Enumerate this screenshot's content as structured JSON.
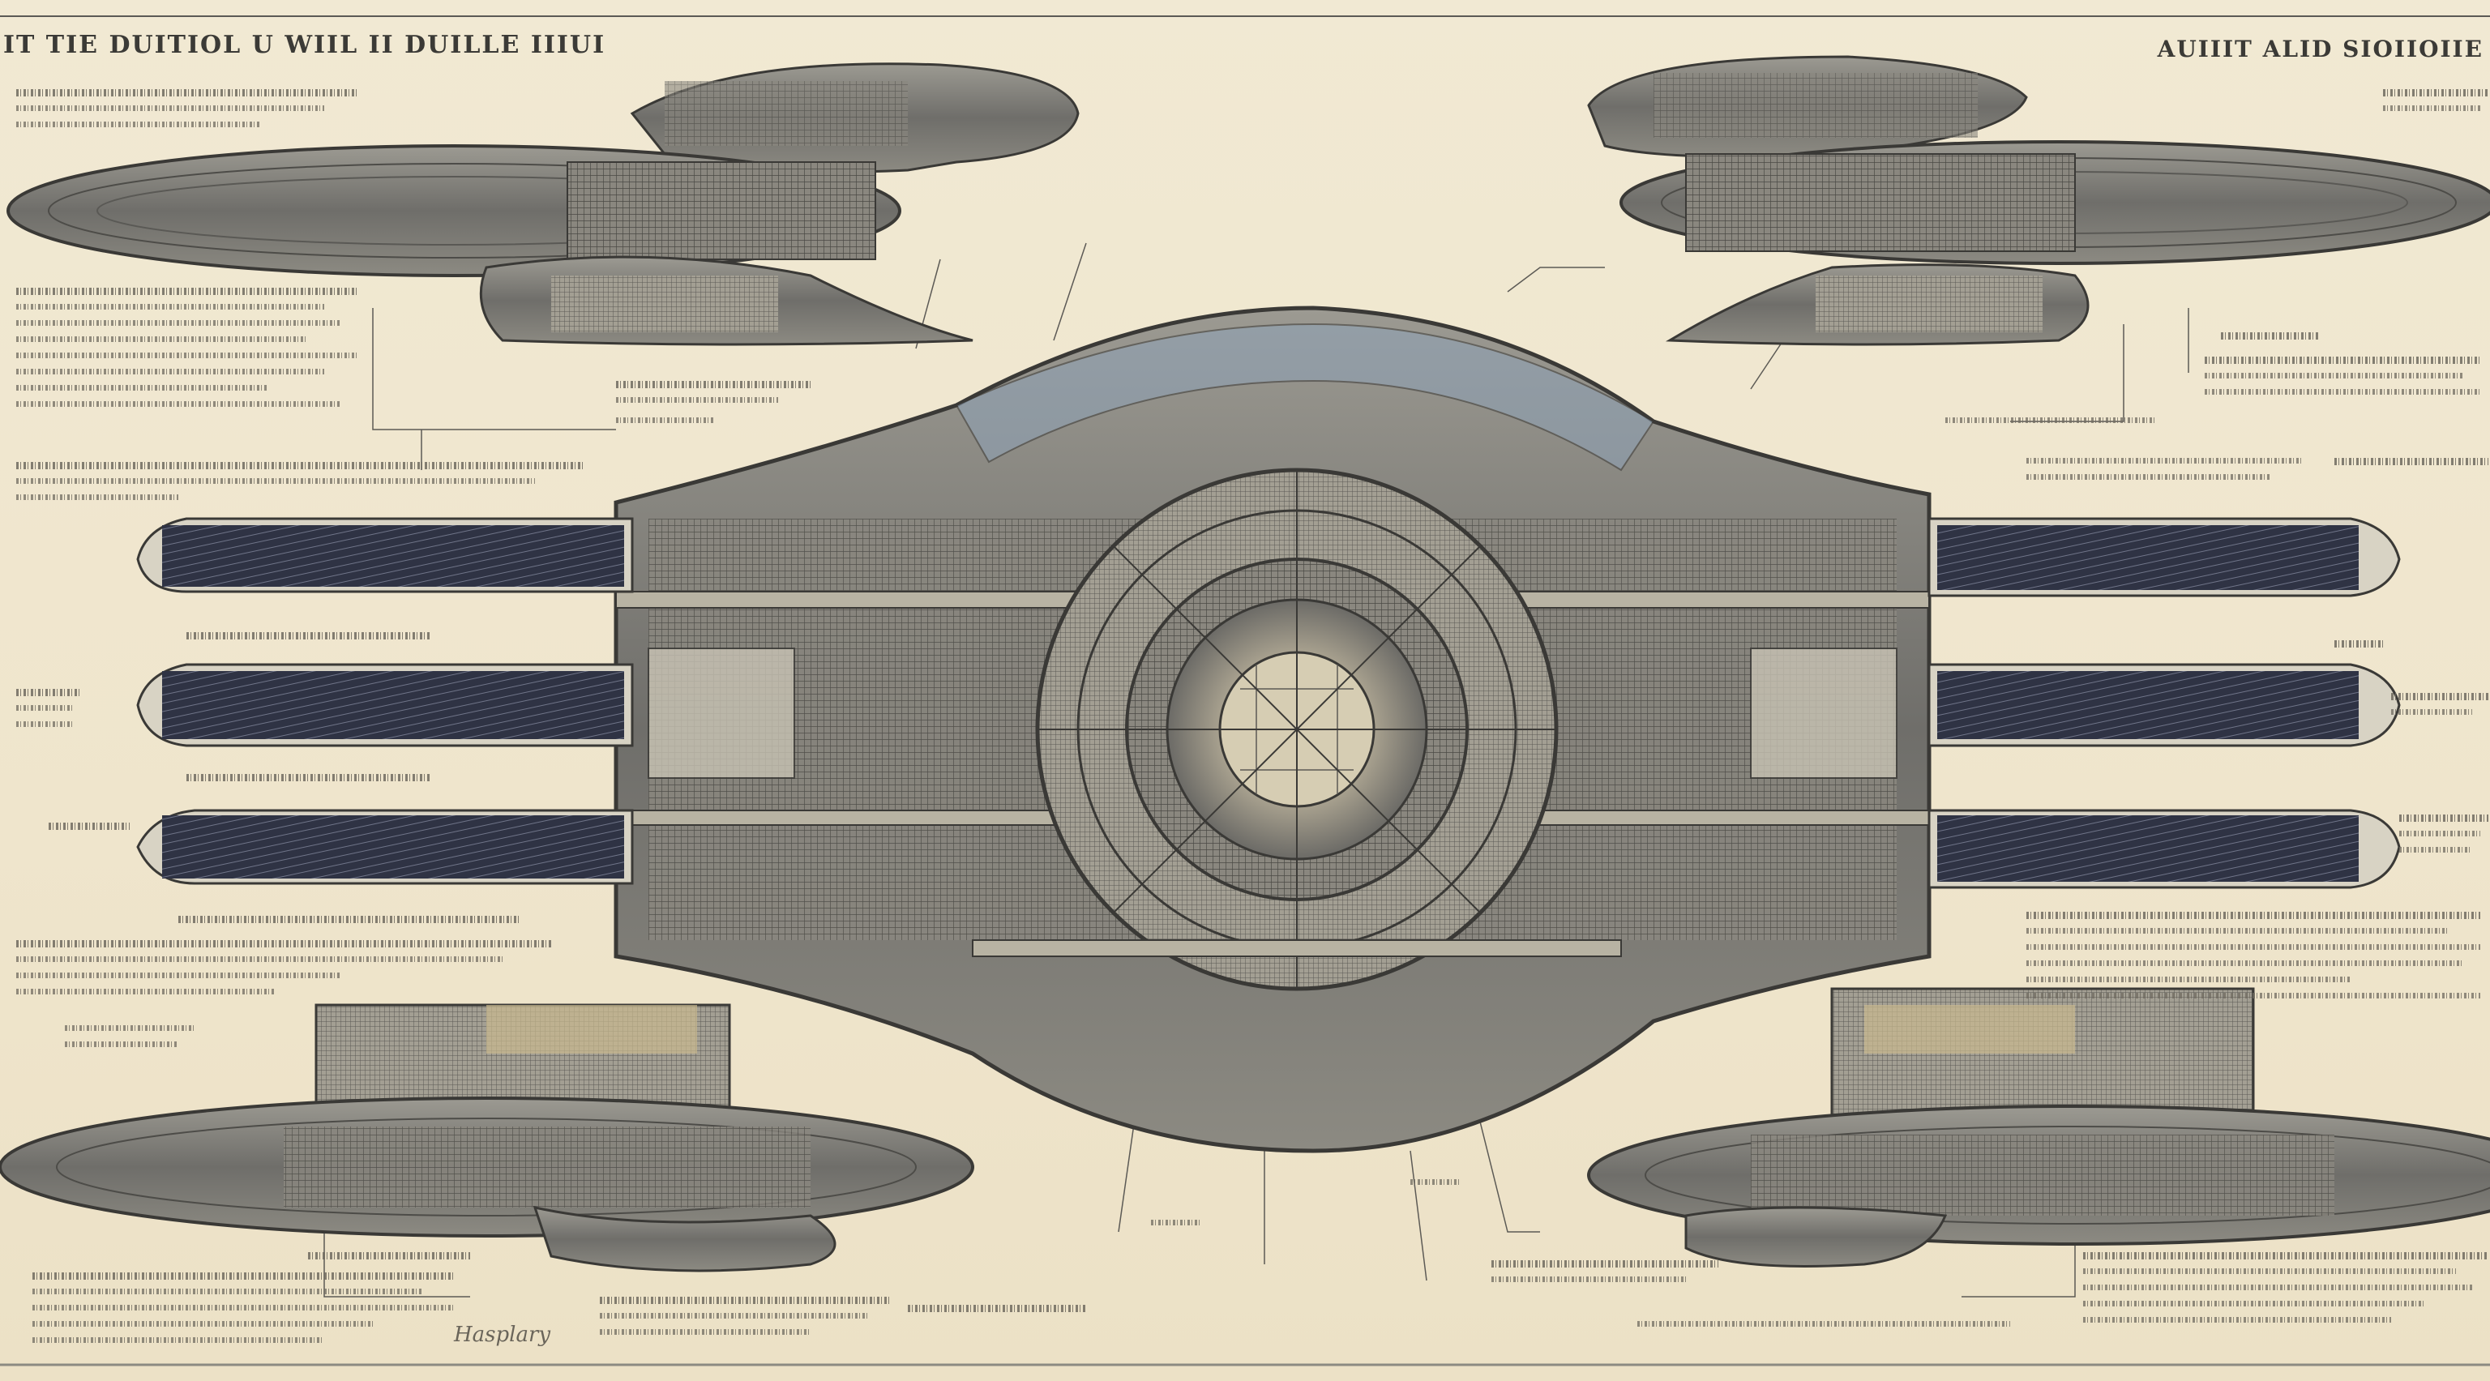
{
  "sheet": {
    "header_left": "IT TIE DUITIOL  U WIIL II DUILLE IIIUI",
    "header_right": "AUIIIT ALID SIOIIOIIE",
    "signature": "Hasplary"
  },
  "colors": {
    "paper": "#efe6cf",
    "ink": "#3b3a36",
    "hull_gray": "#7d7c78",
    "nacelle_dark": "#3a3d4e",
    "accent_blue": "#8fa3b8"
  },
  "icons": {
    "schematic": "starship-blueprint"
  }
}
